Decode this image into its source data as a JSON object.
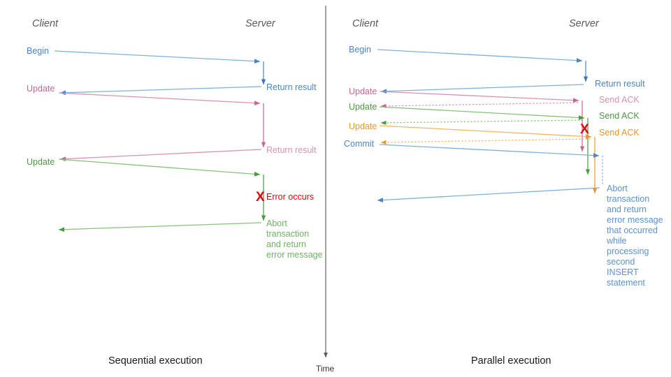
{
  "figure": {
    "time_axis": {
      "label": "Time",
      "color": "#555555"
    },
    "divider_color": "#555555",
    "background": "#ffffff"
  },
  "colors": {
    "blue": "#4a86c5",
    "blue_dark": "#3b77b8",
    "pink": "#c4678f",
    "pink_light": "#d991b0",
    "green": "#4a9a3f",
    "green_light": "#86c07a",
    "orange": "#e8972e",
    "orange_light": "#f2b45e",
    "red": "#e8000b",
    "gray": "#595959",
    "black": "#1a1a1a"
  },
  "panels": [
    {
      "id": "sequential",
      "caption": "Sequential execution",
      "client_lane": "Client",
      "server_lane": "Server",
      "messages": [
        {
          "name": "begin",
          "label": "Begin",
          "color": "blue"
        },
        {
          "name": "return-result-1",
          "label": "Return result",
          "color": "blue"
        },
        {
          "name": "update-1",
          "label": "Update",
          "color": "pink"
        },
        {
          "name": "return-result-2",
          "label": "Return result",
          "color": "pink"
        },
        {
          "name": "update-2",
          "label": "Update",
          "color": "green"
        }
      ],
      "error": {
        "marker": "X",
        "label": "Error occurs",
        "color": "red"
      },
      "abort_note": {
        "color": "green",
        "lines": [
          "Abort",
          "transaction",
          "and return",
          "error message"
        ]
      }
    },
    {
      "id": "parallel",
      "caption": "Parallel execution",
      "client_lane": "Client",
      "server_lane": "Server",
      "messages": [
        {
          "name": "begin",
          "label": "Begin",
          "color": "blue"
        },
        {
          "name": "return-result",
          "label": "Return result",
          "color": "blue"
        },
        {
          "name": "update-1",
          "label": "Update",
          "color": "pink"
        },
        {
          "name": "send-ack-1",
          "label": "Send ACK",
          "color": "pink"
        },
        {
          "name": "update-2",
          "label": "Update",
          "color": "green"
        },
        {
          "name": "send-ack-2",
          "label": "Send ACK",
          "color": "green"
        },
        {
          "name": "update-3",
          "label": "Update",
          "color": "orange"
        },
        {
          "name": "send-ack-3",
          "label": "Send ACK",
          "color": "orange"
        },
        {
          "name": "commit",
          "label": "Commit",
          "color": "blue"
        }
      ],
      "error": {
        "marker": "X",
        "label": "",
        "color": "red"
      },
      "abort_note": {
        "color": "blue",
        "lines": [
          "Abort",
          "transaction",
          "and return",
          "error message",
          "that occurred",
          "while",
          "processing",
          "second",
          "INSERT",
          "statement"
        ]
      }
    }
  ]
}
